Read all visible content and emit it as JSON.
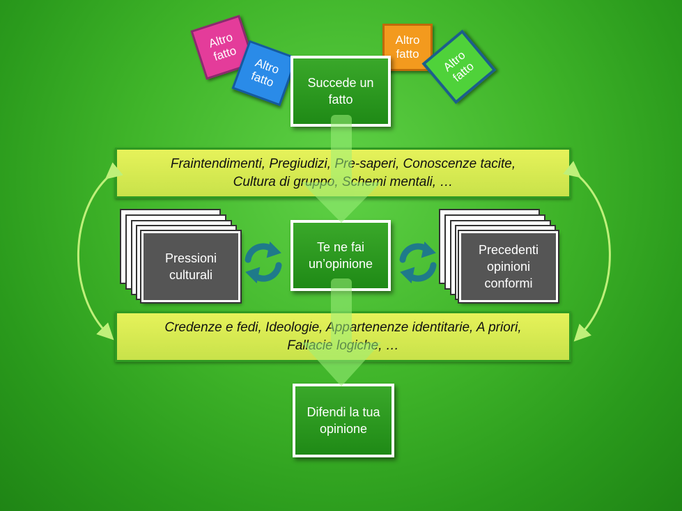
{
  "stickies": [
    {
      "text": "Altro\nfatto",
      "color": "#e43c9a"
    },
    {
      "text": "Altro\nfatto",
      "color": "#2a8be8"
    },
    {
      "text": "Altro\nfatto",
      "color": "#f39a1e"
    },
    {
      "text": "Altro\nfatto",
      "color": "#4fd23a"
    }
  ],
  "boxes": {
    "fact": "Succede un fatto",
    "opinion": "Te ne fai un’opinione",
    "defend": "Difendi la tua opinione"
  },
  "bands": {
    "top_line1": "Fraintendimenti, Pregiudizi, Pre-saperi, Conoscenze tacite,",
    "top_line2": "Cultura di gruppo, Schemi mentali, …",
    "bottom_line1": "Credenze e fedi, Ideologie, Appartenenze identitarie, A priori,",
    "bottom_line2": "Fallacie logiche, …"
  },
  "stacks": {
    "left": "Pressioni culturali",
    "right": "Precedenti opinioni conformi"
  },
  "colors": {
    "background": "#3fb429",
    "band": "#dff055",
    "cycle_icon": "#1f7a8a"
  },
  "icons": [
    "refresh-cycle-icon",
    "down-arrow",
    "curved-double-arrow"
  ]
}
